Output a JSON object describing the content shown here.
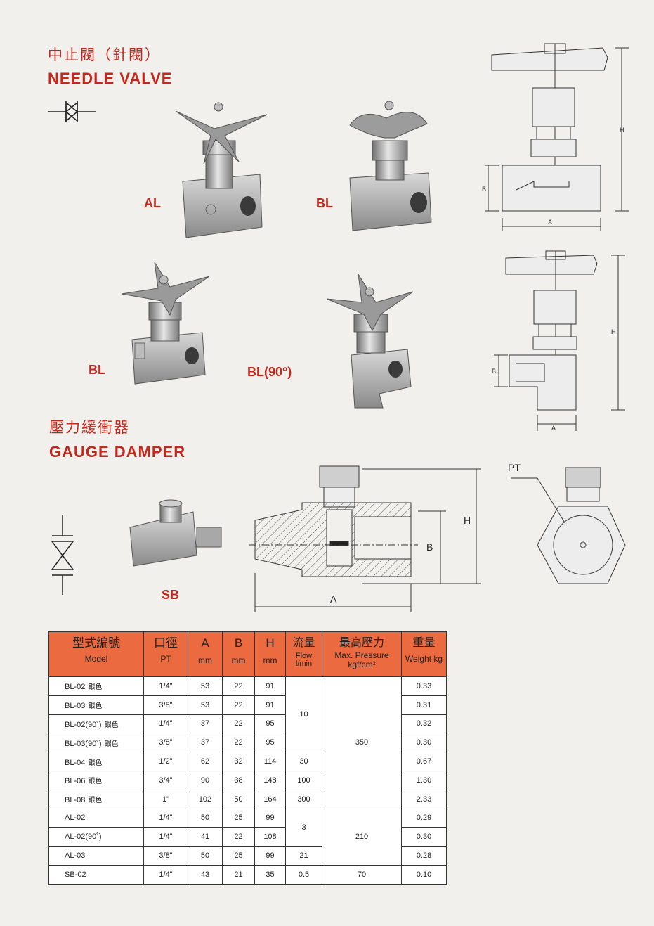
{
  "needle_valve": {
    "title_cn": "中止閥（針閥）",
    "title_en": "NEEDLE VALVE",
    "labels": {
      "al": "AL",
      "bl_top": "BL",
      "bl_bottom": "BL",
      "bl90": "BL(90°)"
    }
  },
  "drawing_labels": {
    "h": "H",
    "b": "B",
    "a": "A",
    "pt": "PT"
  },
  "gauge_damper": {
    "title_cn": "壓力緩衝器",
    "title_en": "GAUGE DAMPER",
    "label_sb": "SB"
  },
  "table": {
    "headers": {
      "model_cn": "型式編號",
      "model_en": "Model",
      "port_cn": "口徑",
      "port_en": "PT",
      "a": "A",
      "b": "B",
      "h": "H",
      "unit_mm": "mm",
      "flow_cn": "流量",
      "flow_en": "Flow",
      "flow_unit": "l/min",
      "pressure_cn": "最高壓力",
      "pressure_en": "Max. Pressure",
      "pressure_unit": "kgf/cm²",
      "weight_cn": "重量",
      "weight_en": "Weight kg"
    },
    "rows": [
      {
        "model": "BL-02",
        "silver": "銀色",
        "pt": "1/4\"",
        "a": "53",
        "b": "22",
        "h": "91",
        "weight": "0.33"
      },
      {
        "model": "BL-03",
        "silver": "銀色",
        "pt": "3/8\"",
        "a": "53",
        "b": "22",
        "h": "91",
        "weight": "0.31"
      },
      {
        "model": "BL-02(90˚)",
        "silver": "銀色",
        "pt": "1/4\"",
        "a": "37",
        "b": "22",
        "h": "95",
        "weight": "0.32"
      },
      {
        "model": "BL-03(90˚)",
        "silver": "銀色",
        "pt": "3/8\"",
        "a": "37",
        "b": "22",
        "h": "95",
        "weight": "0.30"
      },
      {
        "model": "BL-04",
        "silver": "銀色",
        "pt": "1/2\"",
        "a": "62",
        "b": "32",
        "h": "114",
        "weight": "0.67"
      },
      {
        "model": "BL-06",
        "silver": "銀色",
        "pt": "3/4\"",
        "a": "90",
        "b": "38",
        "h": "148",
        "weight": "1.30"
      },
      {
        "model": "BL-08",
        "silver": "銀色",
        "pt": "1\"",
        "a": "102",
        "b": "50",
        "h": "164",
        "weight": "2.33"
      },
      {
        "model": "AL-02",
        "silver": "",
        "pt": "1/4\"",
        "a": "50",
        "b": "25",
        "h": "99",
        "weight": "0.29"
      },
      {
        "model": "AL-02(90˚)",
        "silver": "",
        "pt": "1/4\"",
        "a": "41",
        "b": "22",
        "h": "108",
        "weight": "0.30"
      },
      {
        "model": "AL-03",
        "silver": "",
        "pt": "3/8\"",
        "a": "50",
        "b": "25",
        "h": "99",
        "weight": "0.28"
      },
      {
        "model": "SB-02",
        "silver": "",
        "pt": "1/4\"",
        "a": "43",
        "b": "21",
        "h": "35",
        "weight": "0.10"
      }
    ],
    "flow_groups": [
      "10",
      "30",
      "100",
      "300",
      "3",
      "21",
      "0.5"
    ],
    "pressure_groups": [
      "350",
      "210",
      "70"
    ]
  }
}
